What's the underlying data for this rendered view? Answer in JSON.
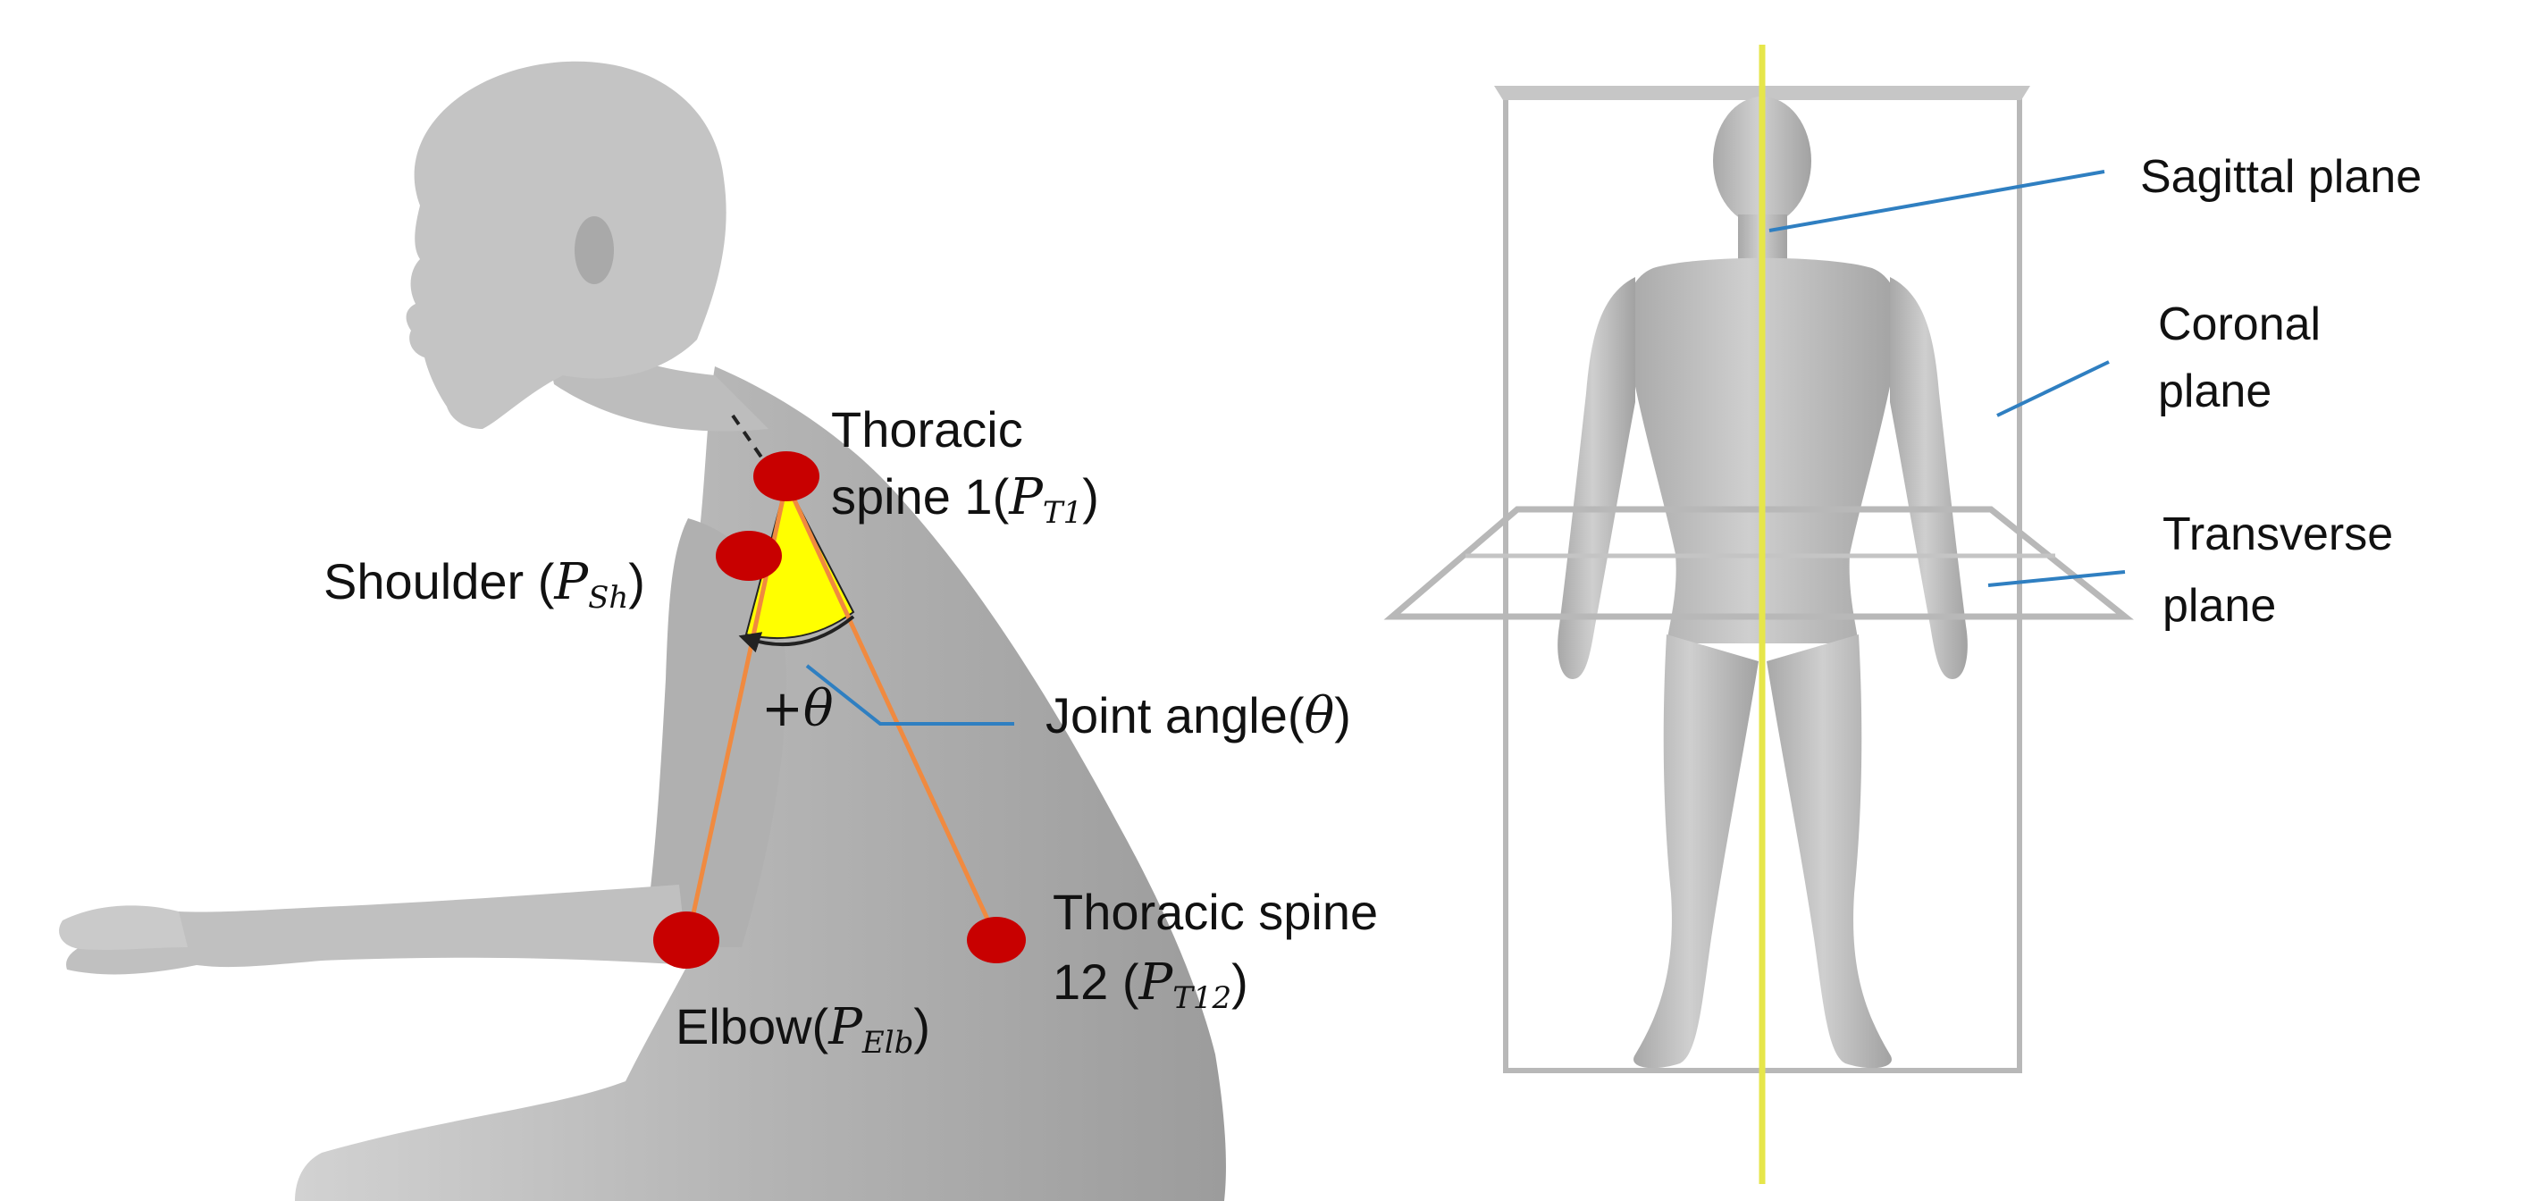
{
  "left_panel": {
    "labels": {
      "thoracic1_line1": "Thoracic",
      "thoracic1_line2": "spine 1",
      "thoracic1_sym": "P",
      "thoracic1_sub": "T1",
      "shoulder": "Shoulder",
      "shoulder_sym": "P",
      "shoulder_sub": "Sh",
      "joint_angle": "Joint angle",
      "joint_angle_sym": "θ",
      "plus_theta": "+θ",
      "thoracic12_line1": "Thoracic spine",
      "thoracic12_line2": "12",
      "thoracic12_sym": "P",
      "thoracic12_sub": "T12",
      "elbow": "Elbow",
      "elbow_sym": "P",
      "elbow_sub": "Elb"
    }
  },
  "right_panel": {
    "labels": {
      "sagittal": "Sagittal plane",
      "coronal_line1": "Coronal",
      "coronal_line2": "plane",
      "transverse_line1": "Transverse",
      "transverse_line2": "plane"
    }
  },
  "colors": {
    "marker": "#c80000",
    "angle_fill": "#ffff00",
    "segment_line": "#f08a40",
    "leader_line": "#2f7fc1",
    "sagittal_line": "#e6e64a",
    "plane_frame": "#b8b8b8",
    "body": "#b9b9b9"
  }
}
